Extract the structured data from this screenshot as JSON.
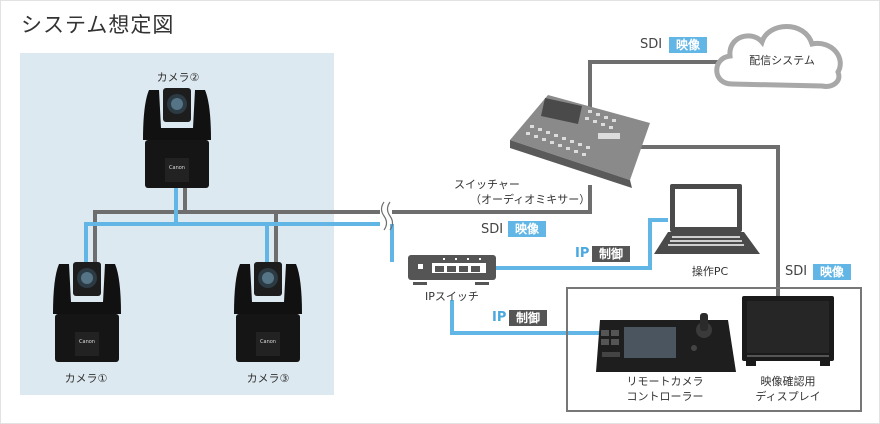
{
  "title": "システム想定図",
  "colors": {
    "sdi_line": "#6e6e6e",
    "ip_line": "#62b6e6",
    "camera_zone": "#dde9f0",
    "tag_blue": "#62b6e6",
    "tag_dark": "#555555"
  },
  "cameras": [
    {
      "label": "カメラ②"
    },
    {
      "label": "カメラ①"
    },
    {
      "label": "カメラ③"
    }
  ],
  "cloud": {
    "label": "配信システム"
  },
  "switcher": {
    "label_line1": "スイッチャー",
    "label_line2": "（オーディオミキサー）"
  },
  "ip_switch": {
    "label": "IPスイッチ"
  },
  "pc": {
    "label": "操作PC"
  },
  "controller": {
    "label_line1": "リモートカメラ",
    "label_line2": "コントローラー"
  },
  "display": {
    "label_line1": "映像確認用",
    "label_line2": "ディスプレイ"
  },
  "connections": {
    "sdi_to_cloud": {
      "protocol": "SDI",
      "tag": "映像"
    },
    "sdi_cameras": {
      "protocol": "SDI",
      "tag": "映像"
    },
    "ip_pc": {
      "protocol": "IP",
      "tag": "制御"
    },
    "ip_controller": {
      "protocol": "IP",
      "tag": "制御"
    },
    "sdi_display": {
      "protocol": "SDI",
      "tag": "映像"
    }
  }
}
